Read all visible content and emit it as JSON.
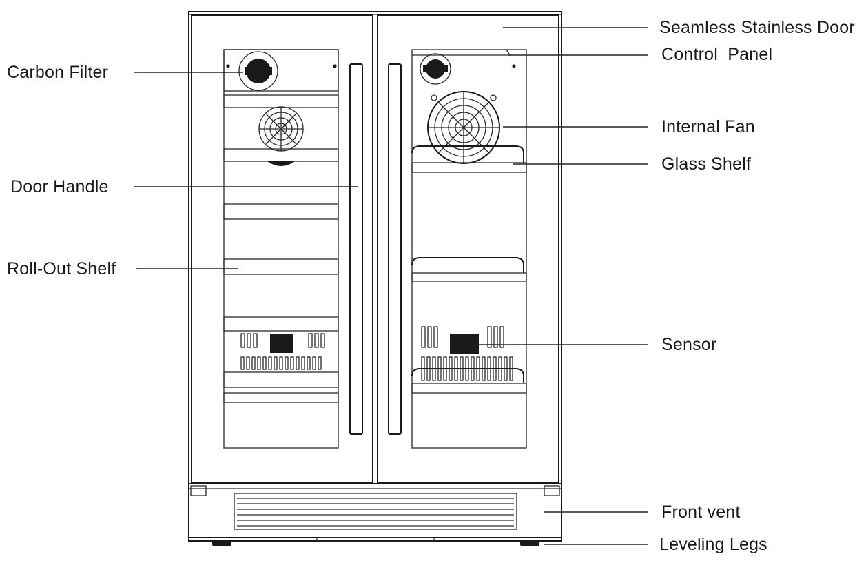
{
  "labels": {
    "carbon_filter": "Carbon Filter",
    "door_handle": "Door Handle",
    "roll_out_shelf": "Roll-Out Shelf",
    "seamless_door": "Seamless Stainless Door",
    "control_panel": "Control  Panel",
    "internal_fan": "Internal Fan",
    "glass_shelf": "Glass Shelf",
    "sensor": "Sensor",
    "front_vent": "Front vent",
    "leveling_legs": "Leveling Legs"
  },
  "colors": {
    "line": "#1a1a1a",
    "background": "#ffffff"
  }
}
